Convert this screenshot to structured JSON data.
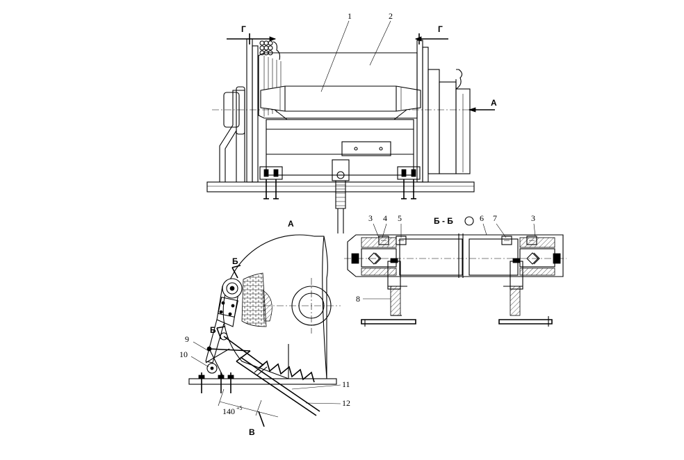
{
  "labels": {
    "top_view": {
      "section_left": "Г",
      "section_right": "Г",
      "view_arrow": "А",
      "callout_1": "1",
      "callout_2": "2"
    },
    "view_a": {
      "title": "А",
      "section_mark_upper": "Б",
      "section_mark_lower": "Б",
      "callout_9": "9",
      "callout_10": "10",
      "callout_11": "11",
      "callout_12": "12",
      "dimension": "140",
      "dimension_tolerance": "+5",
      "view_b": "В"
    },
    "section_bb": {
      "title": "Б - Б",
      "callout_3_left": "3",
      "callout_4": "4",
      "callout_5": "5",
      "callout_6": "6",
      "callout_7": "7",
      "callout_3_right": "3",
      "callout_8": "8"
    }
  }
}
